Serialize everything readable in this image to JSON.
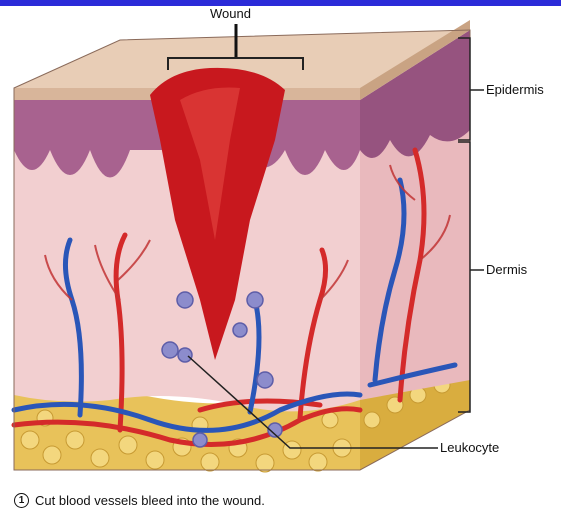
{
  "labels": {
    "wound": "Wound",
    "epidermis": "Epidermis",
    "dermis": "Dermis",
    "leukocyte": "Leukocyte"
  },
  "caption": {
    "step": "1",
    "text": "Cut blood vessels bleed into the wound."
  },
  "colors": {
    "top_bar": "#2b2bd8",
    "epidermis_surface": "#e8cdb6",
    "epidermis_layer": "#a8628f",
    "dermis": "#f2cfd0",
    "blood": "#c8181e",
    "artery": "#d42a2a",
    "vein": "#2a56b8",
    "fat": "#e8c25a",
    "leukocyte": "#8c8ccc"
  }
}
